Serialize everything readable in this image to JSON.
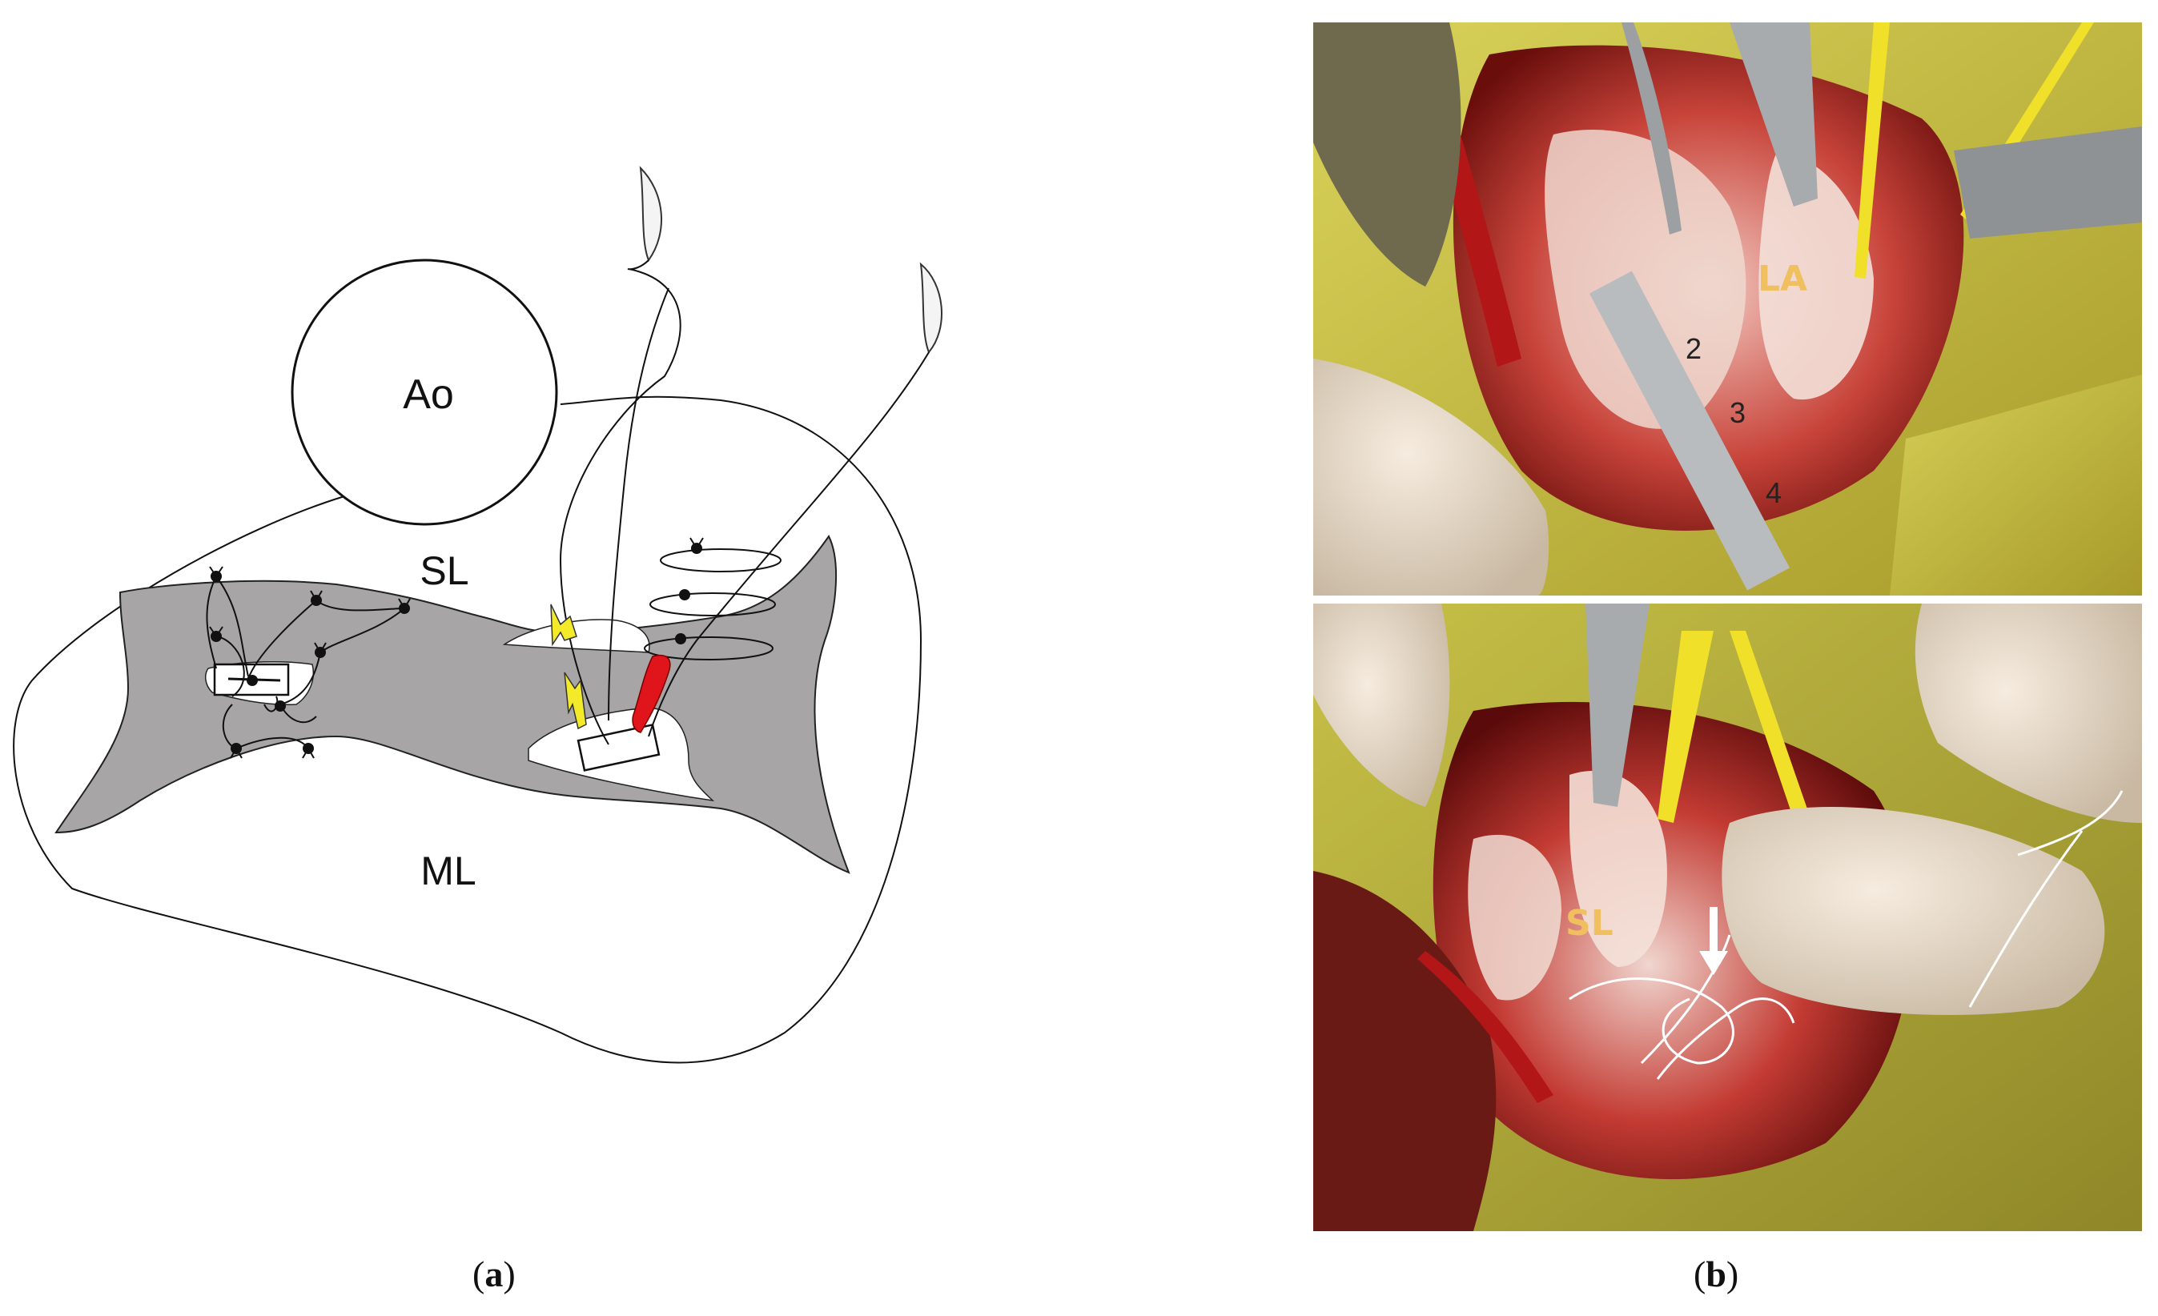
{
  "panel_a": {
    "labels": {
      "aorta": "Ao",
      "sl": "SL",
      "ml": "ML"
    },
    "caption_letter": "a",
    "colors": {
      "leaflet_fill": "#a7a5a6",
      "pledget_red": "#e0151b",
      "pledget_yellow": "#f3ea2a"
    }
  },
  "panel_b": {
    "top_label": "LA",
    "bottom_label": "SL",
    "caption_letter": "b",
    "ruler_numbers": [
      "2",
      "3",
      "4"
    ],
    "colors": {
      "label": "#f0c060",
      "tissue": "#c0392b",
      "drape": "#c9c43a"
    }
  }
}
